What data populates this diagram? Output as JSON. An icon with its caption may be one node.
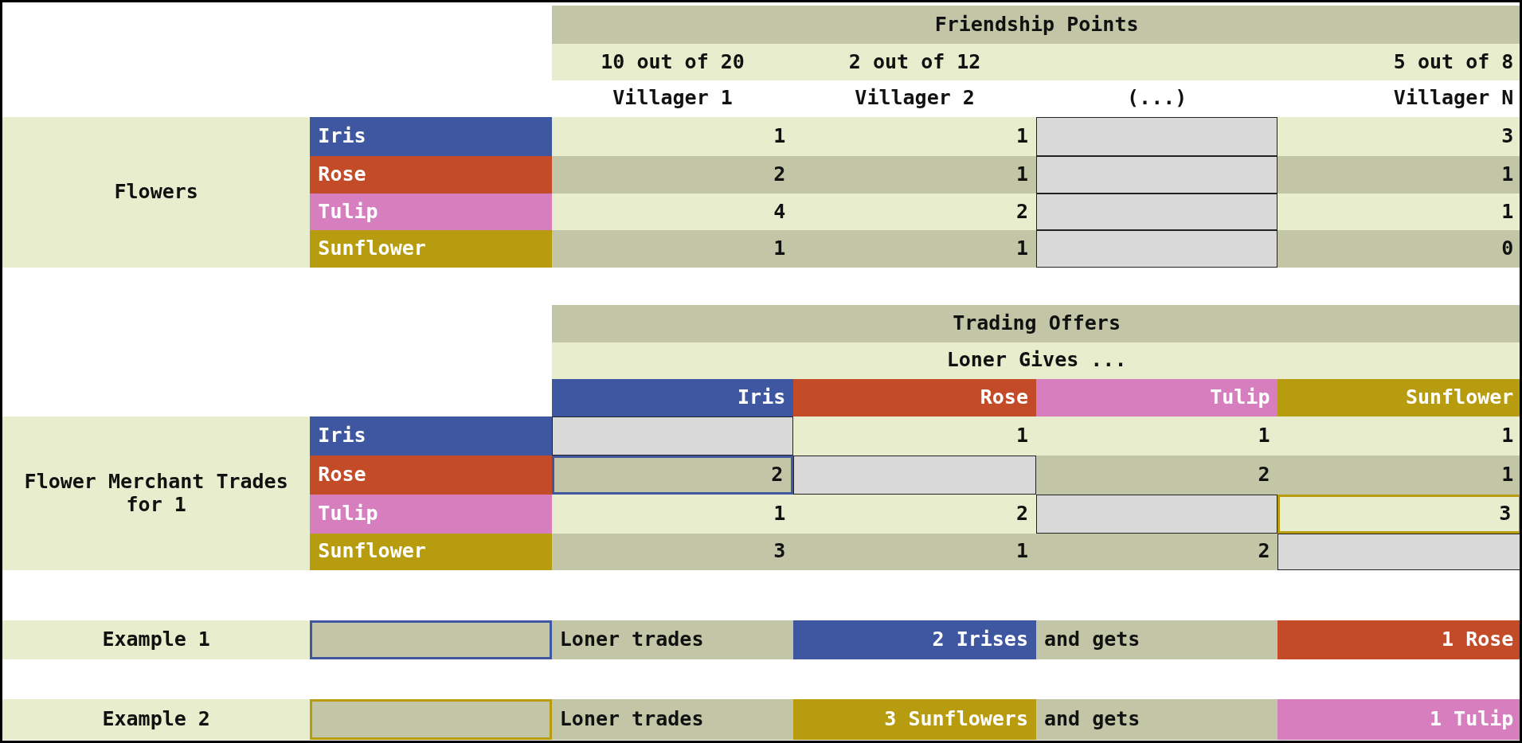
{
  "diagram": {
    "labels": [
      "Friendship Points",
      "10 out of 20",
      "2 out of 12",
      "5 out of 8",
      "Villager 1",
      "Villager 2",
      "(...)",
      "Villager N",
      "Flowers",
      "Iris",
      "1",
      "1",
      "3",
      "Rose",
      "2",
      "1",
      "1",
      "Tulip",
      "4",
      "2",
      "1",
      "Sunflower",
      "1",
      "1",
      "0",
      "Trading Offers",
      "Loner Gives ...",
      "Iris",
      "Rose",
      "Tulip",
      "Sunflower",
      "Flower Merchant Trades for 1",
      "Iris",
      "1",
      "1",
      "1",
      "Rose",
      "2",
      "2",
      "1",
      "Tulip",
      "1",
      "2",
      "3",
      "Sunflower",
      "3",
      "1",
      "2",
      "Example 1",
      "Loner trades",
      "2 Irises",
      "and gets",
      "1 Rose",
      "Example 2",
      "Loner trades",
      "3 Sunflowers",
      "and gets",
      "1 Tulip"
    ]
  }
}
